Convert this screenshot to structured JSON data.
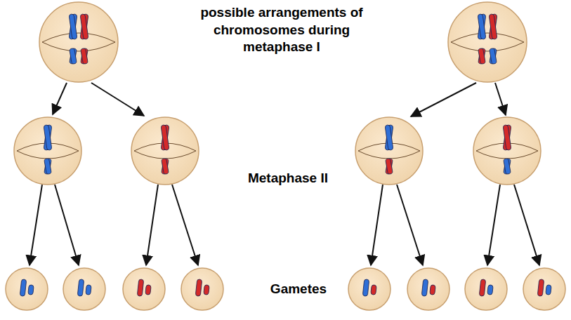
{
  "diagram": {
    "labels": [
      "possible arrangements of chromosomes during metaphase I",
      "Metaphase II",
      "Gametes"
    ]
  }
}
